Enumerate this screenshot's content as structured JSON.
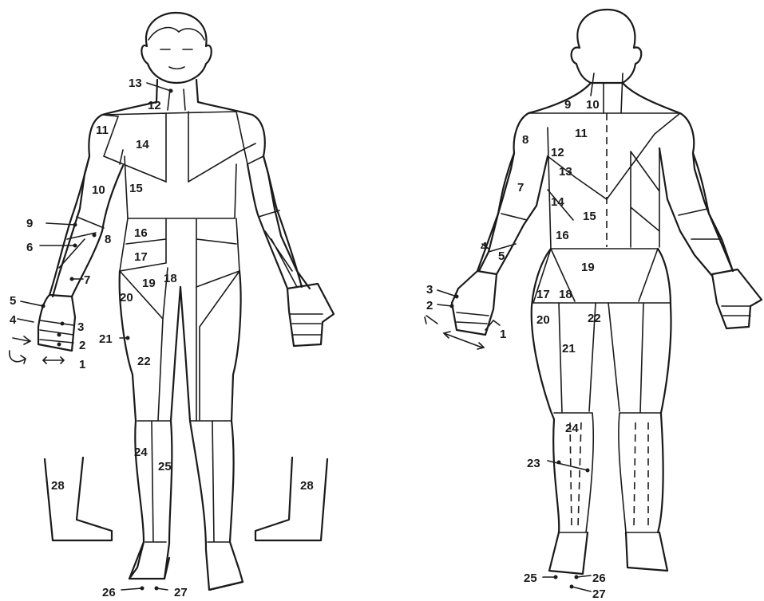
{
  "front_labels": {
    "n1": "1",
    "n2": "2",
    "n3": "3",
    "n4": "4",
    "n5": "5",
    "n6": "6",
    "n7": "7",
    "n8": "8",
    "n9": "9",
    "n10": "10",
    "n11": "11",
    "n12": "12",
    "n13": "13",
    "n14": "14",
    "n15": "15",
    "n16": "16",
    "n17": "17",
    "n18": "18",
    "n19": "19",
    "n20": "20",
    "n21": "21",
    "n22": "22",
    "n24": "24",
    "n25": "25",
    "n26": "26",
    "n27": "27",
    "n28a": "28",
    "n28b": "28"
  },
  "back_labels": {
    "n1": "1",
    "n2": "2",
    "n3": "3",
    "n4": "4",
    "n5": "5",
    "n7": "7",
    "n8": "8",
    "n9": "9",
    "n10": "10",
    "n11": "11",
    "n12": "12",
    "n13": "13",
    "n14": "14",
    "n15": "15",
    "n16": "16",
    "n17": "17",
    "n18": "18",
    "n19": "19",
    "n20": "20",
    "n21": "21",
    "n22": "22",
    "n23": "23",
    "n24": "24",
    "n25": "25",
    "n26": "26",
    "n27": "27"
  }
}
